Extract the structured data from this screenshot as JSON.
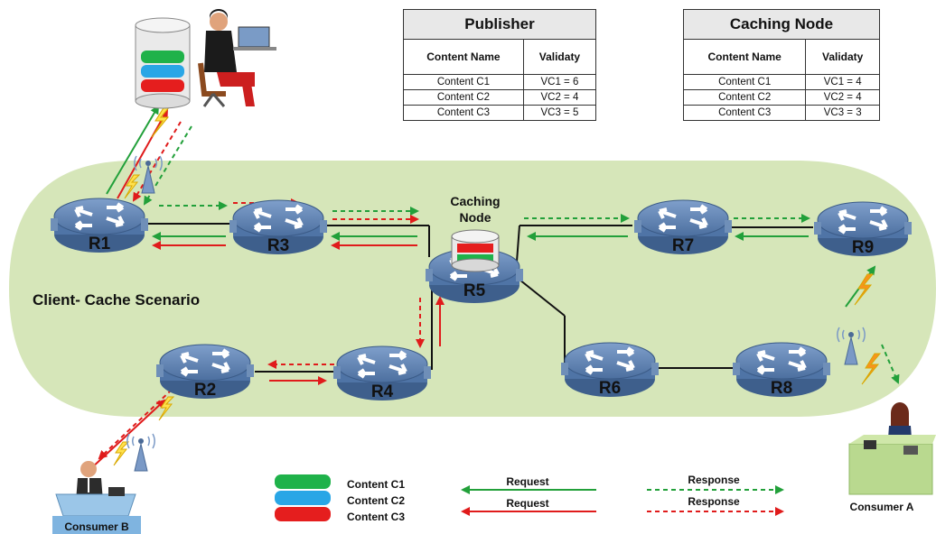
{
  "tables": {
    "publisher": {
      "title": "Publisher",
      "headers": [
        "Content Name",
        "Validaty"
      ],
      "rows": [
        [
          "Content C1",
          "VC1 = 6"
        ],
        [
          "Content C2",
          "VC2 = 4"
        ],
        [
          "Content C3",
          "VC3 = 5"
        ]
      ]
    },
    "caching_node": {
      "title": "Caching Node",
      "headers": [
        "Content Name",
        "Validaty"
      ],
      "rows": [
        [
          "Content C1",
          "VC1 = 4"
        ],
        [
          "Content C2",
          "VC2 = 4"
        ],
        [
          "Content C3",
          "VC3 = 3"
        ]
      ]
    }
  },
  "routers": {
    "r1": "R1",
    "r2": "R2",
    "r3": "R3",
    "r4": "R4",
    "r5": "R5",
    "r6": "R6",
    "r7": "R7",
    "r8": "R8",
    "r9": "R9"
  },
  "labels": {
    "scenario": "Client- Cache Scenario",
    "caching_node_line1": "Caching",
    "caching_node_line2": "Node",
    "consumer_a": "Consumer A",
    "consumer_b": "Consumer B"
  },
  "legend": {
    "content": [
      "Content C1",
      "Content C2",
      "Content C3"
    ],
    "request": "Request",
    "response": "Response"
  },
  "colors": {
    "c1": "#1fb24a",
    "c2": "#29a6e6",
    "c3": "#e51e1e",
    "green_arrow": "#22a03a",
    "red_arrow": "#e01b1b",
    "cloud": "#d6e6b9",
    "router": "#5b7fae"
  }
}
